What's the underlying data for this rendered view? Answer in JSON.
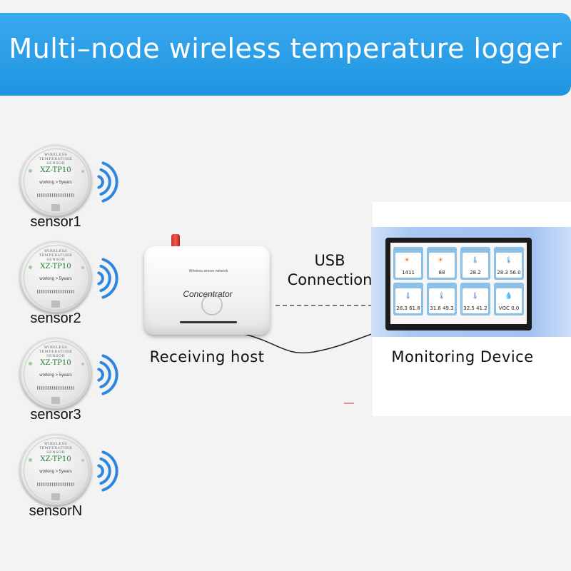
{
  "title": "Multi–node wireless temperature logger",
  "sensors": [
    {
      "label": "sensor1",
      "model": "XZ-TP10",
      "note": "working > 5years",
      "arc_text": "WIRELESS TEMPERATURE SENSOR"
    },
    {
      "label": "sensor2",
      "model": "XZ-TP10",
      "note": "working > 5years",
      "arc_text": "WIRELESS TEMPERATURE SENSOR"
    },
    {
      "label": "sensor3",
      "model": "XZ-TP10",
      "note": "working > 5years",
      "arc_text": "WIRELESS TEMPERATURE SENSOR"
    },
    {
      "label": "sensorN",
      "model": "XZ-TP10",
      "note": "working > 5years",
      "arc_text": "WIRELESS TEMPERATURE SENSOR"
    }
  ],
  "host": {
    "device_name": "Concentrator",
    "small_text": "Wireless sensor network",
    "label": "Receiving host"
  },
  "connection": {
    "line1": "USB",
    "line2": "Connection"
  },
  "monitor": {
    "label": "Monitoring Device",
    "tiles": [
      {
        "value": "1411",
        "icon": "sun-icon"
      },
      {
        "value": "88",
        "icon": "sun-icon"
      },
      {
        "value": "28.2",
        "icon": "thermometer-icon"
      },
      {
        "value": "28.3 56.0",
        "icon": "thermometer-icon"
      },
      {
        "value": "28.3 61.8",
        "icon": "thermometer-icon"
      },
      {
        "value": "31.6 49.3",
        "icon": "thermometer-icon"
      },
      {
        "value": "32.5 41.2",
        "icon": "thermometer-icon"
      },
      {
        "value": "VOC 0.0",
        "icon": "droplet-icon"
      }
    ]
  },
  "colors": {
    "banner": "#2a9ee6",
    "wave": "#2f86e0",
    "antenna": "#e04a3f",
    "tile": "#8cc0e6"
  }
}
